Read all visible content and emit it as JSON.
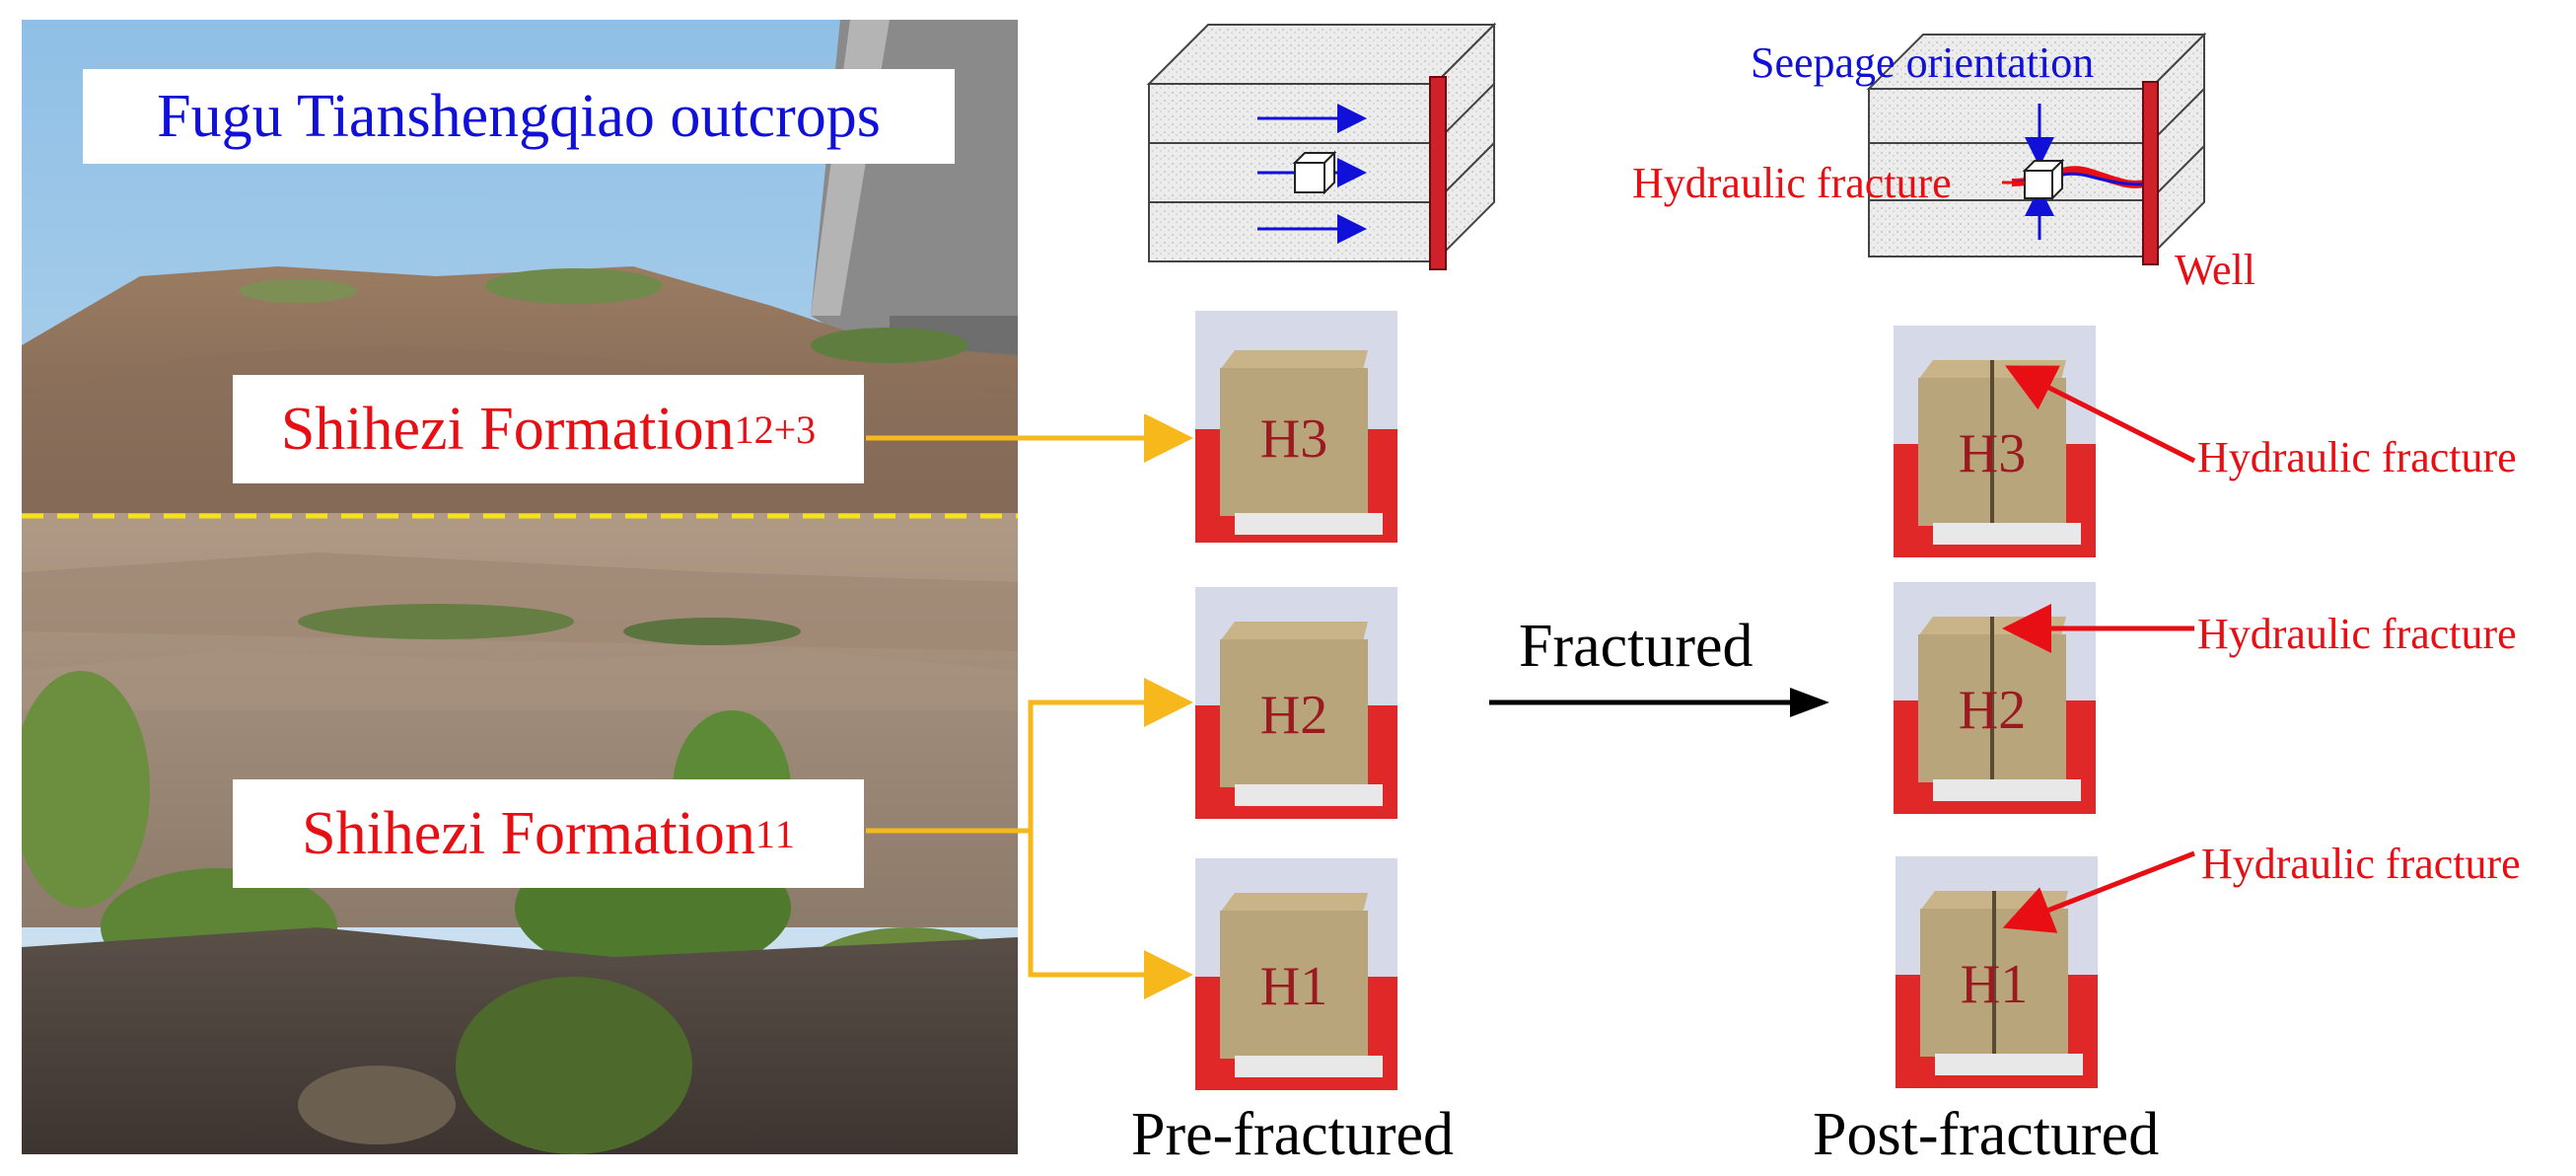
{
  "photo": {
    "title": "Fugu Tianshengqiao outcrops",
    "formation_upper": {
      "base": "Shihezi Formation",
      "sub": "1",
      "sup": "2+3"
    },
    "formation_lower": {
      "base": "Shihezi Formation",
      "sub": "1",
      "sup": "1"
    }
  },
  "schematic": {
    "seepage_label": "Seepage orientation",
    "fracture_label": "Hydraulic fracture",
    "well_label": "Well"
  },
  "samples": {
    "pre": [
      {
        "id": "H3"
      },
      {
        "id": "H2"
      },
      {
        "id": "H1"
      }
    ],
    "post": [
      {
        "id": "H3"
      },
      {
        "id": "H2"
      },
      {
        "id": "H1"
      }
    ]
  },
  "fracture_annotations": [
    "Hydraulic fracture",
    "Hydraulic fracture",
    "Hydraulic fracture"
  ],
  "process_label": "Fractured",
  "captions": {
    "pre": "Pre-fractured",
    "post": "Post-fractured"
  },
  "colors": {
    "accent_red": "#e80f14",
    "accent_blue": "#1010d8",
    "connector": "#f6b81a",
    "boundary": "#f7e21a"
  }
}
